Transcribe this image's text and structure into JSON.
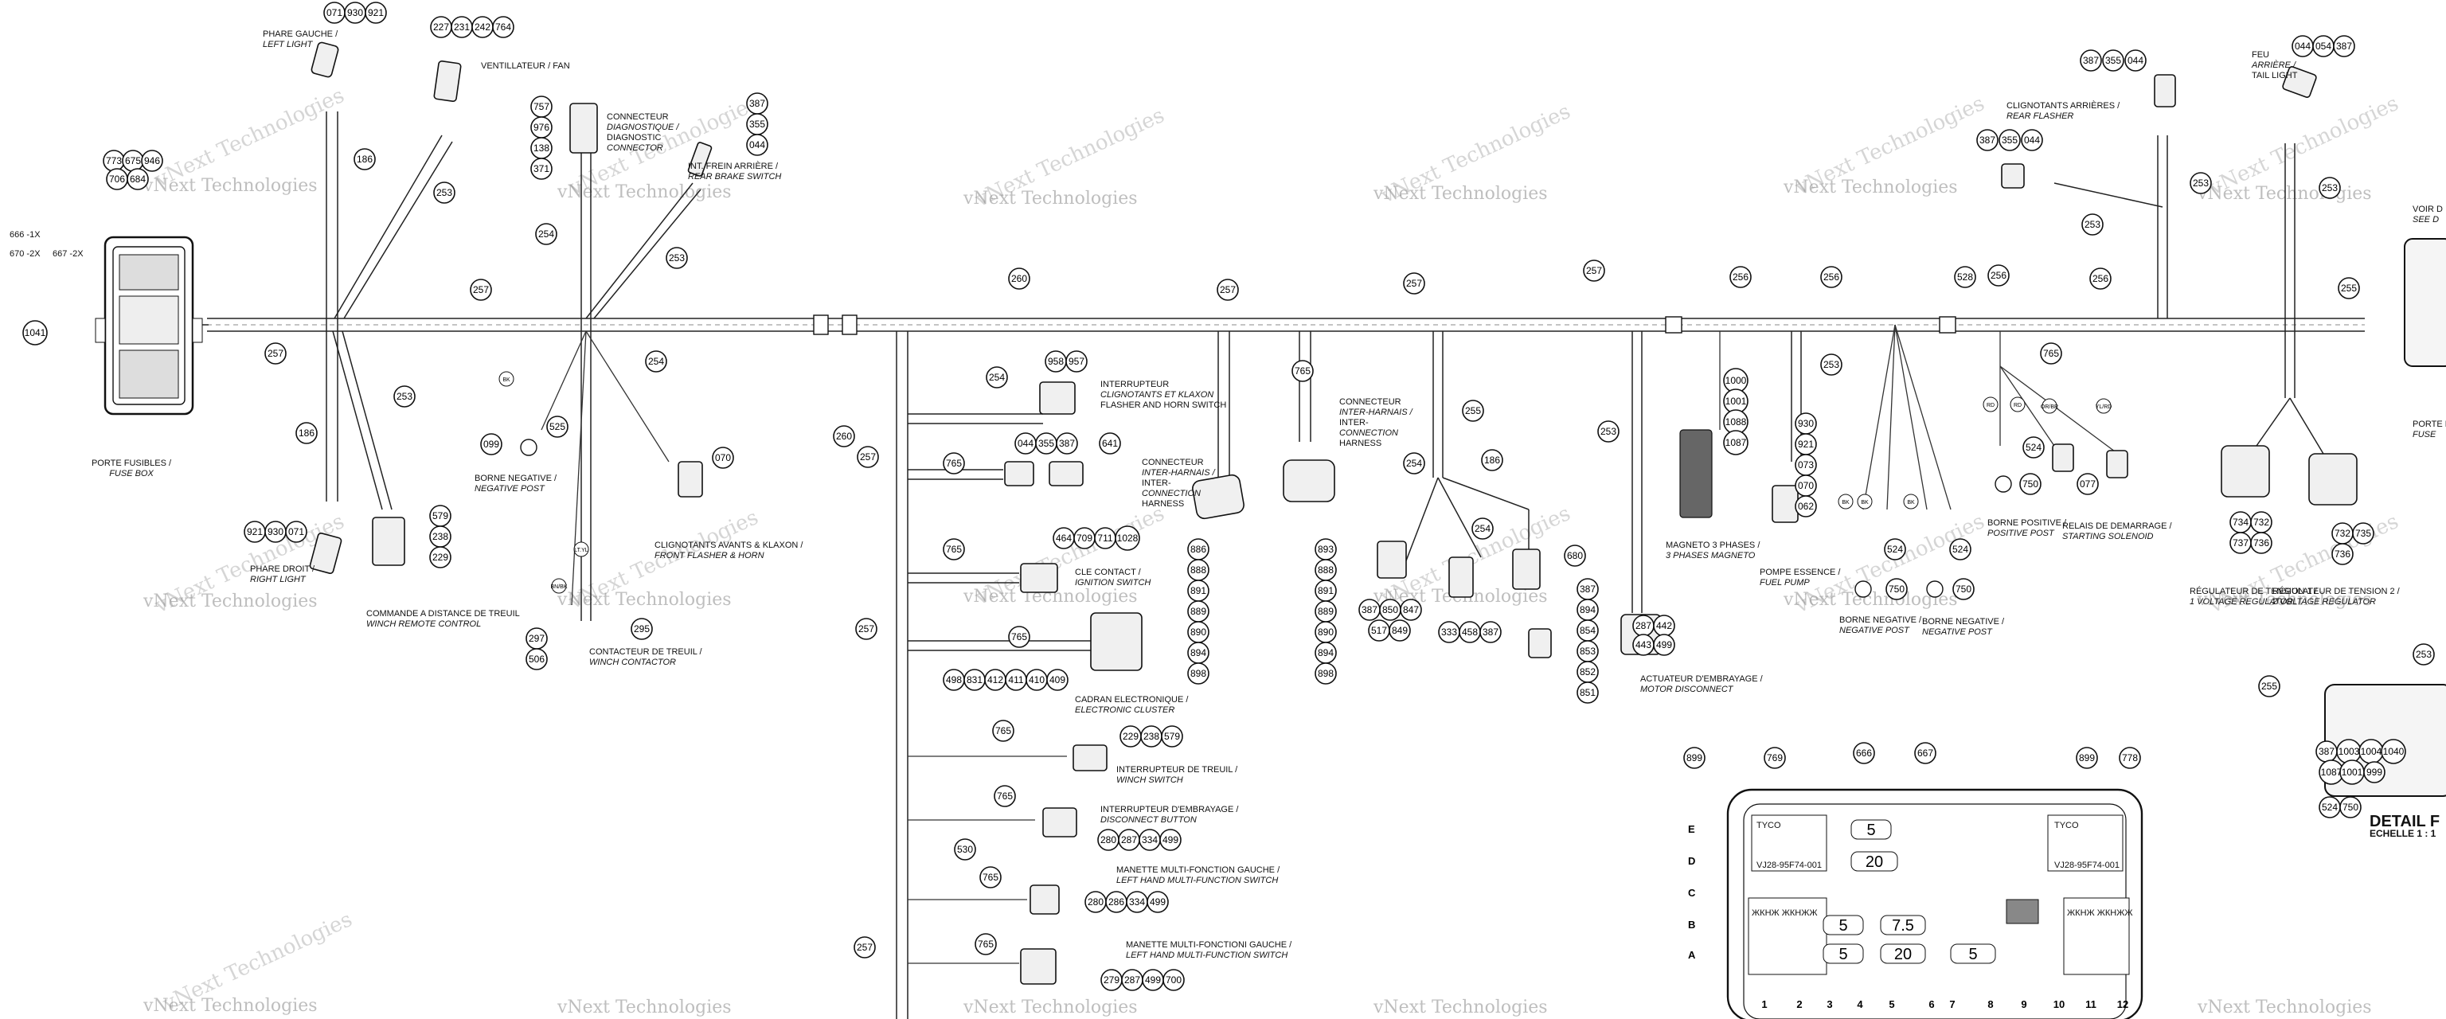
{
  "watermark": "vNext Technologies",
  "fusebox_codes": [
    "666 -1X",
    "670 -2X",
    "667 -2X"
  ],
  "bubbles": {
    "fusebox_top": [
      "773",
      "675",
      "946",
      "706",
      "684"
    ],
    "b1041": "1041",
    "left_light": [
      "071",
      "930",
      "921"
    ],
    "fan": [
      "227",
      "231",
      "242",
      "764"
    ],
    "diag": [
      "757",
      "976",
      "138",
      "371"
    ],
    "brake": [
      "387",
      "355",
      "044"
    ],
    "right_light": [
      "921",
      "930",
      "071"
    ],
    "winch_remote": [
      "579",
      "238",
      "229"
    ],
    "winch_contact": [
      "297",
      "506"
    ],
    "n099": "099",
    "n525": "525",
    "n295": "295",
    "n070": "070",
    "flasher": [
      "958",
      "957"
    ],
    "n044row": [
      "044",
      "355",
      "387"
    ],
    "n641": "641",
    "ignition": [
      "464",
      "709",
      "711",
      "1028"
    ],
    "cluster": [
      "498",
      "831",
      "412",
      "411",
      "410",
      "409"
    ],
    "winch_sw": [
      "229",
      "238",
      "579"
    ],
    "disc_btn": [
      "280",
      "287",
      "334",
      "499"
    ],
    "mfs1": [
      "280",
      "286",
      "334",
      "499"
    ],
    "mfs2": [
      "279",
      "287",
      "499",
      "700"
    ],
    "n530": "530",
    "inter1": [
      "886",
      "888",
      "891",
      "889",
      "890",
      "894",
      "898"
    ],
    "inter2": [
      "893",
      "888",
      "891",
      "889",
      "890",
      "894",
      "898"
    ],
    "mid_left": [
      "387",
      "850",
      "847",
      "517",
      "849"
    ],
    "mid2": [
      "333",
      "458",
      "387"
    ],
    "n680": "680",
    "mid3": [
      "387",
      "894",
      "854",
      "853",
      "852",
      "851"
    ],
    "motor_disc": [
      "287",
      "442",
      "443",
      "499"
    ],
    "magneto": [
      "1000",
      "1001",
      "1088",
      "1087"
    ],
    "pump": [
      "930",
      "921",
      "073",
      "070",
      "062"
    ],
    "n524a": "524",
    "n750a": "750",
    "n524b": "524",
    "n750b": "750",
    "n524c": "524",
    "n750c": "750",
    "n077": "077",
    "rear_flasher": [
      "387",
      "355",
      "044"
    ],
    "tl_top": [
      "387",
      "355",
      "044"
    ],
    "taillight": [
      "044",
      "054",
      "387"
    ],
    "vr1": [
      "734",
      "732",
      "737",
      "736"
    ],
    "vr2": [
      "732",
      "735",
      "736"
    ],
    "detail_f": [
      "387",
      "1003",
      "1004",
      "1040",
      "1087",
      "1001",
      "999",
      "524",
      "750"
    ],
    "fb_top": [
      "899",
      "769",
      "666",
      "667",
      "899",
      "778"
    ]
  },
  "wire_numbers": {
    "w186a": "186",
    "w253a": "253",
    "w257a": "257",
    "w257b": "257",
    "w253b": "253",
    "w186b": "186",
    "w254a": "254",
    "w253c": "253",
    "w254b": "254",
    "w260": "260",
    "w254c": "254",
    "w260b": "260",
    "w257c": "257",
    "w765a": "765",
    "w765b": "765",
    "w257d": "257",
    "w765c": "765",
    "w765d": "765",
    "w765e": "765",
    "w765f": "765",
    "w257e": "257",
    "w765g": "765",
    "w257f": "257",
    "w765h": "765",
    "w257g": "257",
    "w255a": "255",
    "w254d": "254",
    "w186c": "186",
    "w254e": "254",
    "w257h": "257",
    "w253d": "253",
    "w256a": "256",
    "w256b": "256",
    "w253e": "253",
    "w528": "528",
    "w256c": "256",
    "w256d": "256",
    "w765i": "765",
    "w255b": "255",
    "w253f": "253",
    "w253g": "253",
    "w253h": "253",
    "w255c": "255",
    "w253i": "253"
  },
  "labels": {
    "left_light": [
      "PHARE GAUCHE /",
      "LEFT LIGHT"
    ],
    "fan": [
      "VENTILLATEUR / FAN"
    ],
    "diag": [
      "CONNECTEUR",
      "DIAGNOSTIQUE /",
      "DIAGNOSTIC",
      "CONNECTOR"
    ],
    "brake": [
      "INT. FREIN ARRIÈRE /",
      "REAR BRAKE SWITCH"
    ],
    "fusebox": [
      "PORTE FUSIBLES /",
      "FUSE BOX"
    ],
    "neg_post": [
      "BORNE NEGATIVE /",
      "NEGATIVE POST"
    ],
    "right_light": [
      "PHARE DROIT /",
      "RIGHT LIGHT"
    ],
    "winch_remote": [
      "COMMANDE A DISTANCE DE TREUIL",
      "WINCH REMOTE CONTROL"
    ],
    "winch_contact": [
      "CONTACTEUR DE TREUIL /",
      "WINCH CONTACTOR"
    ],
    "front_flasher": [
      "CLIGNOTANTS AVANTS & KLAXON /",
      "FRONT FLASHER & HORN"
    ],
    "flasher_sw": [
      "INTERRUPTEUR",
      "CLIGNOTANTS ET KLAXON",
      "FLASHER AND HORN SWITCH"
    ],
    "inter_connect1": [
      "CONNECTEUR",
      "INTER-HARNAIS /",
      "INTER-",
      "CONNECTION",
      "HARNESS"
    ],
    "inter_connect2": [
      "CONNECTEUR",
      "INTER-HARNAIS /",
      "INTER-",
      "CONNECTION",
      "HARNESS"
    ],
    "ignition": [
      "CLE CONTACT /",
      "IGNITION SWITCH"
    ],
    "cluster": [
      "CADRAN ELECTRONIQUE /",
      "ELECTRONIC CLUSTER"
    ],
    "winch_sw": [
      "INTERRUPTEUR DE TREUIL /",
      "WINCH SWITCH"
    ],
    "disc_btn": [
      "INTERRUPTEUR D'EMBRAYAGE /",
      "DISCONNECT BUTTON"
    ],
    "mfs1": [
      "MANETTE MULTI-FONCTION GAUCHE /",
      "LEFT HAND MULTI-FUNCTION SWITCH"
    ],
    "mfs2": [
      "MANETTE MULTI-FONCTIONI GAUCHE /",
      "LEFT HAND MULTI-FUNCTION SWITCH"
    ],
    "magneto": [
      "MAGNETO 3 PHASES /",
      "3 PHASES MAGNETO"
    ],
    "motor_disc": [
      "ACTUATEUR D'EMBRAYAGE /",
      "MOTOR DISCONNECT"
    ],
    "pump": [
      "POMPE ESSENCE /",
      "FUEL PUMP"
    ],
    "neg_post2": [
      "BORNE NEGATIVE /",
      "NEGATIVE POST"
    ],
    "neg_post3": [
      "BORNE NEGATIVE /",
      "NEGATIVE POST"
    ],
    "pos_post": [
      "BORNE POSITIVE /",
      "POSITIVE POST"
    ],
    "starter": [
      "RELAIS DE DEMARRAGE /",
      "STARTING SOLENOID"
    ],
    "rear_flasher": [
      "CLIGNOTANTS ARRIÈRES /",
      "REAR FLASHER"
    ],
    "taillight": [
      "FEU",
      "ARRIÈRE /",
      "TAIL LIGHT"
    ],
    "tension": [
      "RÉGULATEUR DE TENSION 1 /",
      "1 VOLTAGE REGULATOR"
    ],
    "tension2": [
      "RÉGULATEUR DE TENSION 2 /",
      "2 VOLTAGE REGULATOR"
    ],
    "voir": [
      "VOIR D",
      "SEE D"
    ],
    "porte_r": [
      "PORTE F",
      "FUSE"
    ],
    "detail": [
      "DETAIL F",
      "ECHELLE 1 : 1"
    ]
  },
  "wire_colors": [
    "BK",
    "BN/BK",
    "LT.YL",
    "BK",
    "BK",
    "BK",
    "RD",
    "RD",
    "OR/BR",
    "YL/RD"
  ],
  "fusebox_detail": {
    "rows": [
      "E",
      "D",
      "C",
      "B",
      "A"
    ],
    "cols": [
      "1",
      "2",
      "3",
      "4",
      "5",
      "6",
      "7",
      "8",
      "9",
      "10",
      "11",
      "12"
    ],
    "fuses": [
      "5",
      "20",
      "5",
      "7.5",
      "5",
      "20",
      "5"
    ],
    "tyco": [
      "TYCO",
      "TYCO"
    ],
    "relay_pn": [
      "VJ28-95F74-001",
      "VJ28-95F74-001"
    ],
    "relay_text": [
      "ЖКНЖ ЖКНЖЖ",
      "ЖКНЖ ЖКНЖЖ"
    ]
  }
}
